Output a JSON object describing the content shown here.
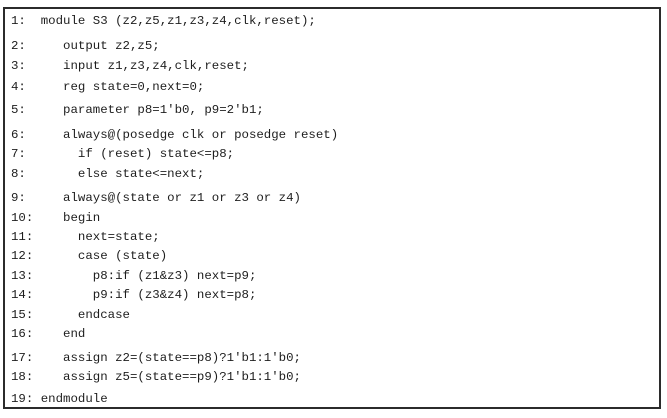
{
  "title": "Verilog source listing for module S3",
  "code": {
    "language": "verilog",
    "module_name": "S3",
    "line_count": 19,
    "lines": [
      "1:  module S3 (z2,z5,z1,z3,z4,clk,reset);",
      "2:     output z2,z5;",
      "3:     input z1,z3,z4,clk,reset;",
      "4:     reg state=0,next=0;",
      "5:     parameter p8=1'b0, p9=2'b1;",
      "6:     always@(posedge clk or posedge reset)",
      "7:       if (reset) state<=p8;",
      "8:       else state<=next;",
      "9:     always@(state or z1 or z3 or z4)",
      "10:    begin",
      "11:      next=state;",
      "12:      case (state)",
      "13:        p8:if (z1&z3) next=p9;",
      "14:        p9:if (z3&z4) next=p8;",
      "15:      endcase",
      "16:    end",
      "17:    assign z2=(state==p8)?1'b1:1'b0;",
      "18:    assign z5=(state==p9)?1'b1:1'b0;",
      "19: endmodule"
    ]
  },
  "colors": {
    "text": "#1d1d1d",
    "border": "#2b2b2b",
    "background": "#ffffff"
  }
}
